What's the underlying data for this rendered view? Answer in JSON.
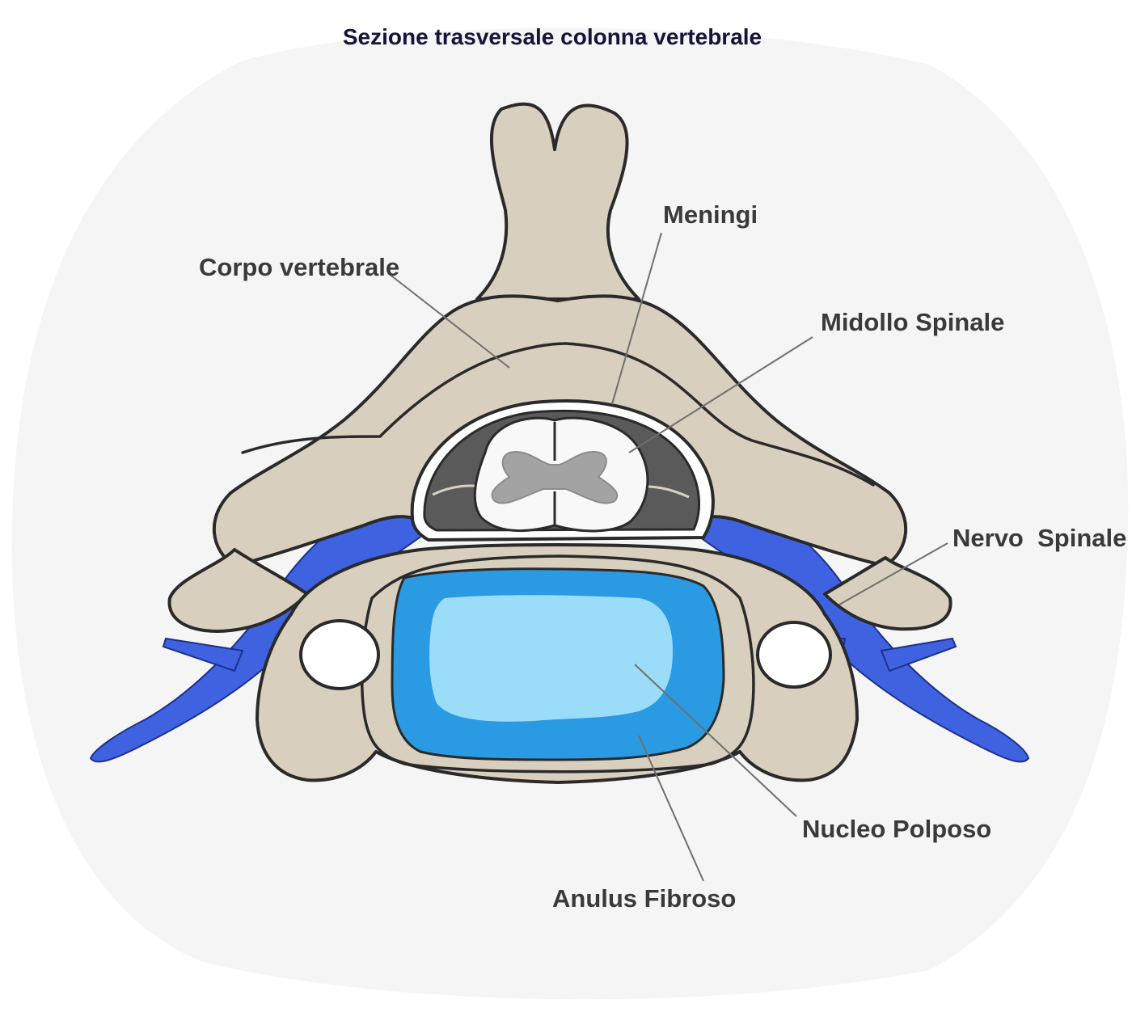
{
  "title": "Sezione trasversale colonna vertebrale",
  "labels": {
    "corpo_vertebrale": "Corpo vertebrale",
    "meningi": "Meningi",
    "midollo_spinale": "Midollo Spinale",
    "nervo_spinale": "Nervo  Spinale",
    "nucleo_polposo": "Nucleo Polposo",
    "anulus_fibroso": "Anulus Fibroso"
  },
  "colors": {
    "bone": "#d9cfbe",
    "nerve": "#3f63e0",
    "anulus": "#2a9ae2",
    "nucleus": "#9bdcf8",
    "gray_matter": "#a3a3a3",
    "canal": "#5a5a5a",
    "background_blob": "#f4f4f4"
  }
}
